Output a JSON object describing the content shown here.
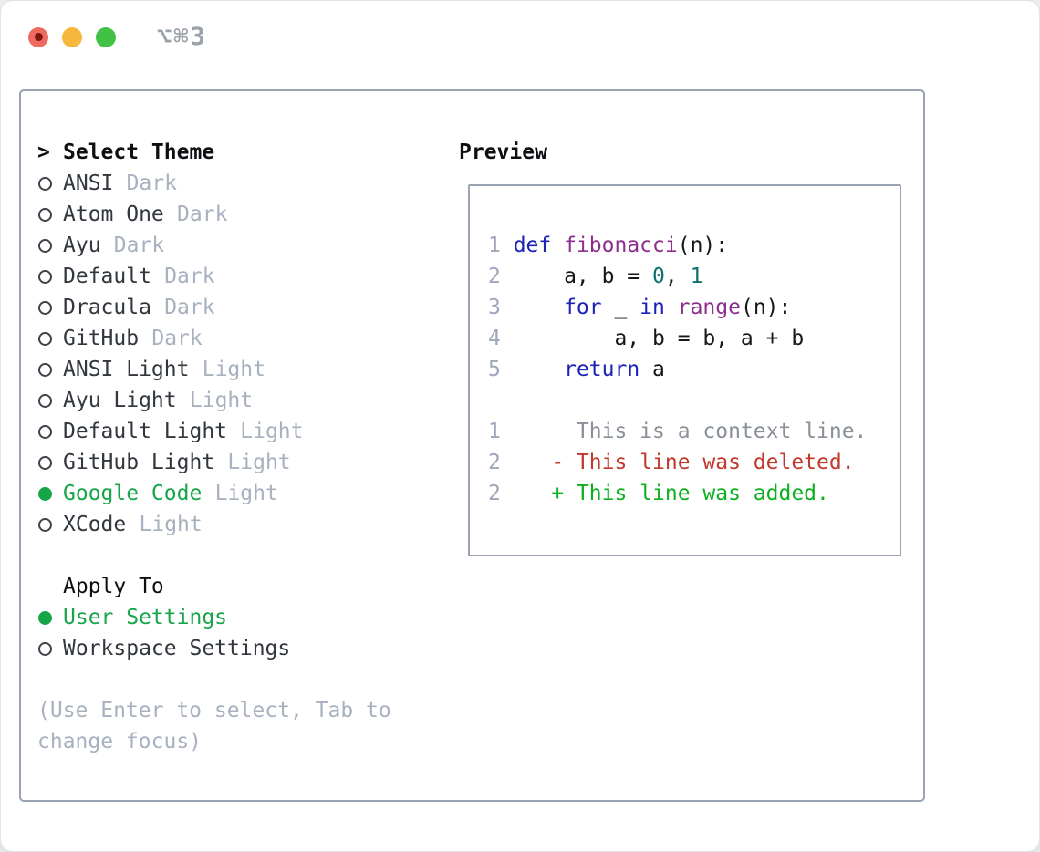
{
  "window": {
    "title": "⌥⌘3"
  },
  "colors": {
    "border": "#9aa3b1",
    "muted": "#a8b1bf",
    "name": "#32373e",
    "ink": "#0d0f12",
    "green": "#17a54a",
    "kw": "#1c23b5",
    "fn": "#8d2f8d",
    "lit": "#0d6e6e",
    "pln": "#15181c",
    "ctx": "#8a9097",
    "del": "#c0392b",
    "add": "#0db01e",
    "lnum": "#9fa8ba",
    "title": "#9aa1a9",
    "traffic_red": "#ef6a5e",
    "traffic_yellow": "#f6b73c",
    "traffic_green": "#41c247"
  },
  "theme_panel": {
    "header": "Select Theme",
    "cursor": ">",
    "themes": [
      {
        "name": "ANSI",
        "variant": "Dark",
        "selected": false
      },
      {
        "name": "Atom One",
        "variant": "Dark",
        "selected": false
      },
      {
        "name": "Ayu",
        "variant": "Dark",
        "selected": false
      },
      {
        "name": "Default",
        "variant": "Dark",
        "selected": false
      },
      {
        "name": "Dracula",
        "variant": "Dark",
        "selected": false
      },
      {
        "name": "GitHub",
        "variant": "Dark",
        "selected": false
      },
      {
        "name": "ANSI Light",
        "variant": "Light",
        "selected": false
      },
      {
        "name": "Ayu Light",
        "variant": "Light",
        "selected": false
      },
      {
        "name": "Default Light",
        "variant": "Light",
        "selected": false
      },
      {
        "name": "GitHub Light",
        "variant": "Light",
        "selected": false
      },
      {
        "name": "Google Code",
        "variant": "Light",
        "selected": true
      },
      {
        "name": "XCode",
        "variant": "Light",
        "selected": false
      }
    ],
    "apply_header": "Apply To",
    "apply_options": [
      {
        "name": "User Settings",
        "selected": true
      },
      {
        "name": "Workspace Settings",
        "selected": false
      }
    ],
    "hint": "(Use Enter to select, Tab to change focus)"
  },
  "preview": {
    "header": "Preview",
    "code_lines": [
      {
        "num": "1",
        "tokens": [
          [
            "kw",
            "def"
          ],
          [
            "pln",
            " "
          ],
          [
            "fn",
            "fibonacci"
          ],
          [
            "pln",
            "(n):"
          ]
        ]
      },
      {
        "num": "2",
        "tokens": [
          [
            "pln",
            "    a, b = "
          ],
          [
            "lit",
            "0"
          ],
          [
            "pln",
            ", "
          ],
          [
            "lit",
            "1"
          ]
        ]
      },
      {
        "num": "3",
        "tokens": [
          [
            "pln",
            "    "
          ],
          [
            "kw",
            "for"
          ],
          [
            "pln",
            " _ "
          ],
          [
            "kw",
            "in"
          ],
          [
            "pln",
            " "
          ],
          [
            "fn",
            "range"
          ],
          [
            "pln",
            "(n):"
          ]
        ]
      },
      {
        "num": "4",
        "tokens": [
          [
            "pln",
            "        a, b = b, a + b"
          ]
        ]
      },
      {
        "num": "5",
        "tokens": [
          [
            "pln",
            "    "
          ],
          [
            "kw",
            "return"
          ],
          [
            "pln",
            " a"
          ]
        ]
      }
    ],
    "diff_lines": [
      {
        "num": "1",
        "tokens": [
          [
            "ctx",
            "     This is a context line."
          ]
        ]
      },
      {
        "num": "2",
        "tokens": [
          [
            "del",
            "   - This line was deleted."
          ]
        ]
      },
      {
        "num": "2",
        "tokens": [
          [
            "add",
            "   + This line was added."
          ]
        ]
      }
    ]
  }
}
